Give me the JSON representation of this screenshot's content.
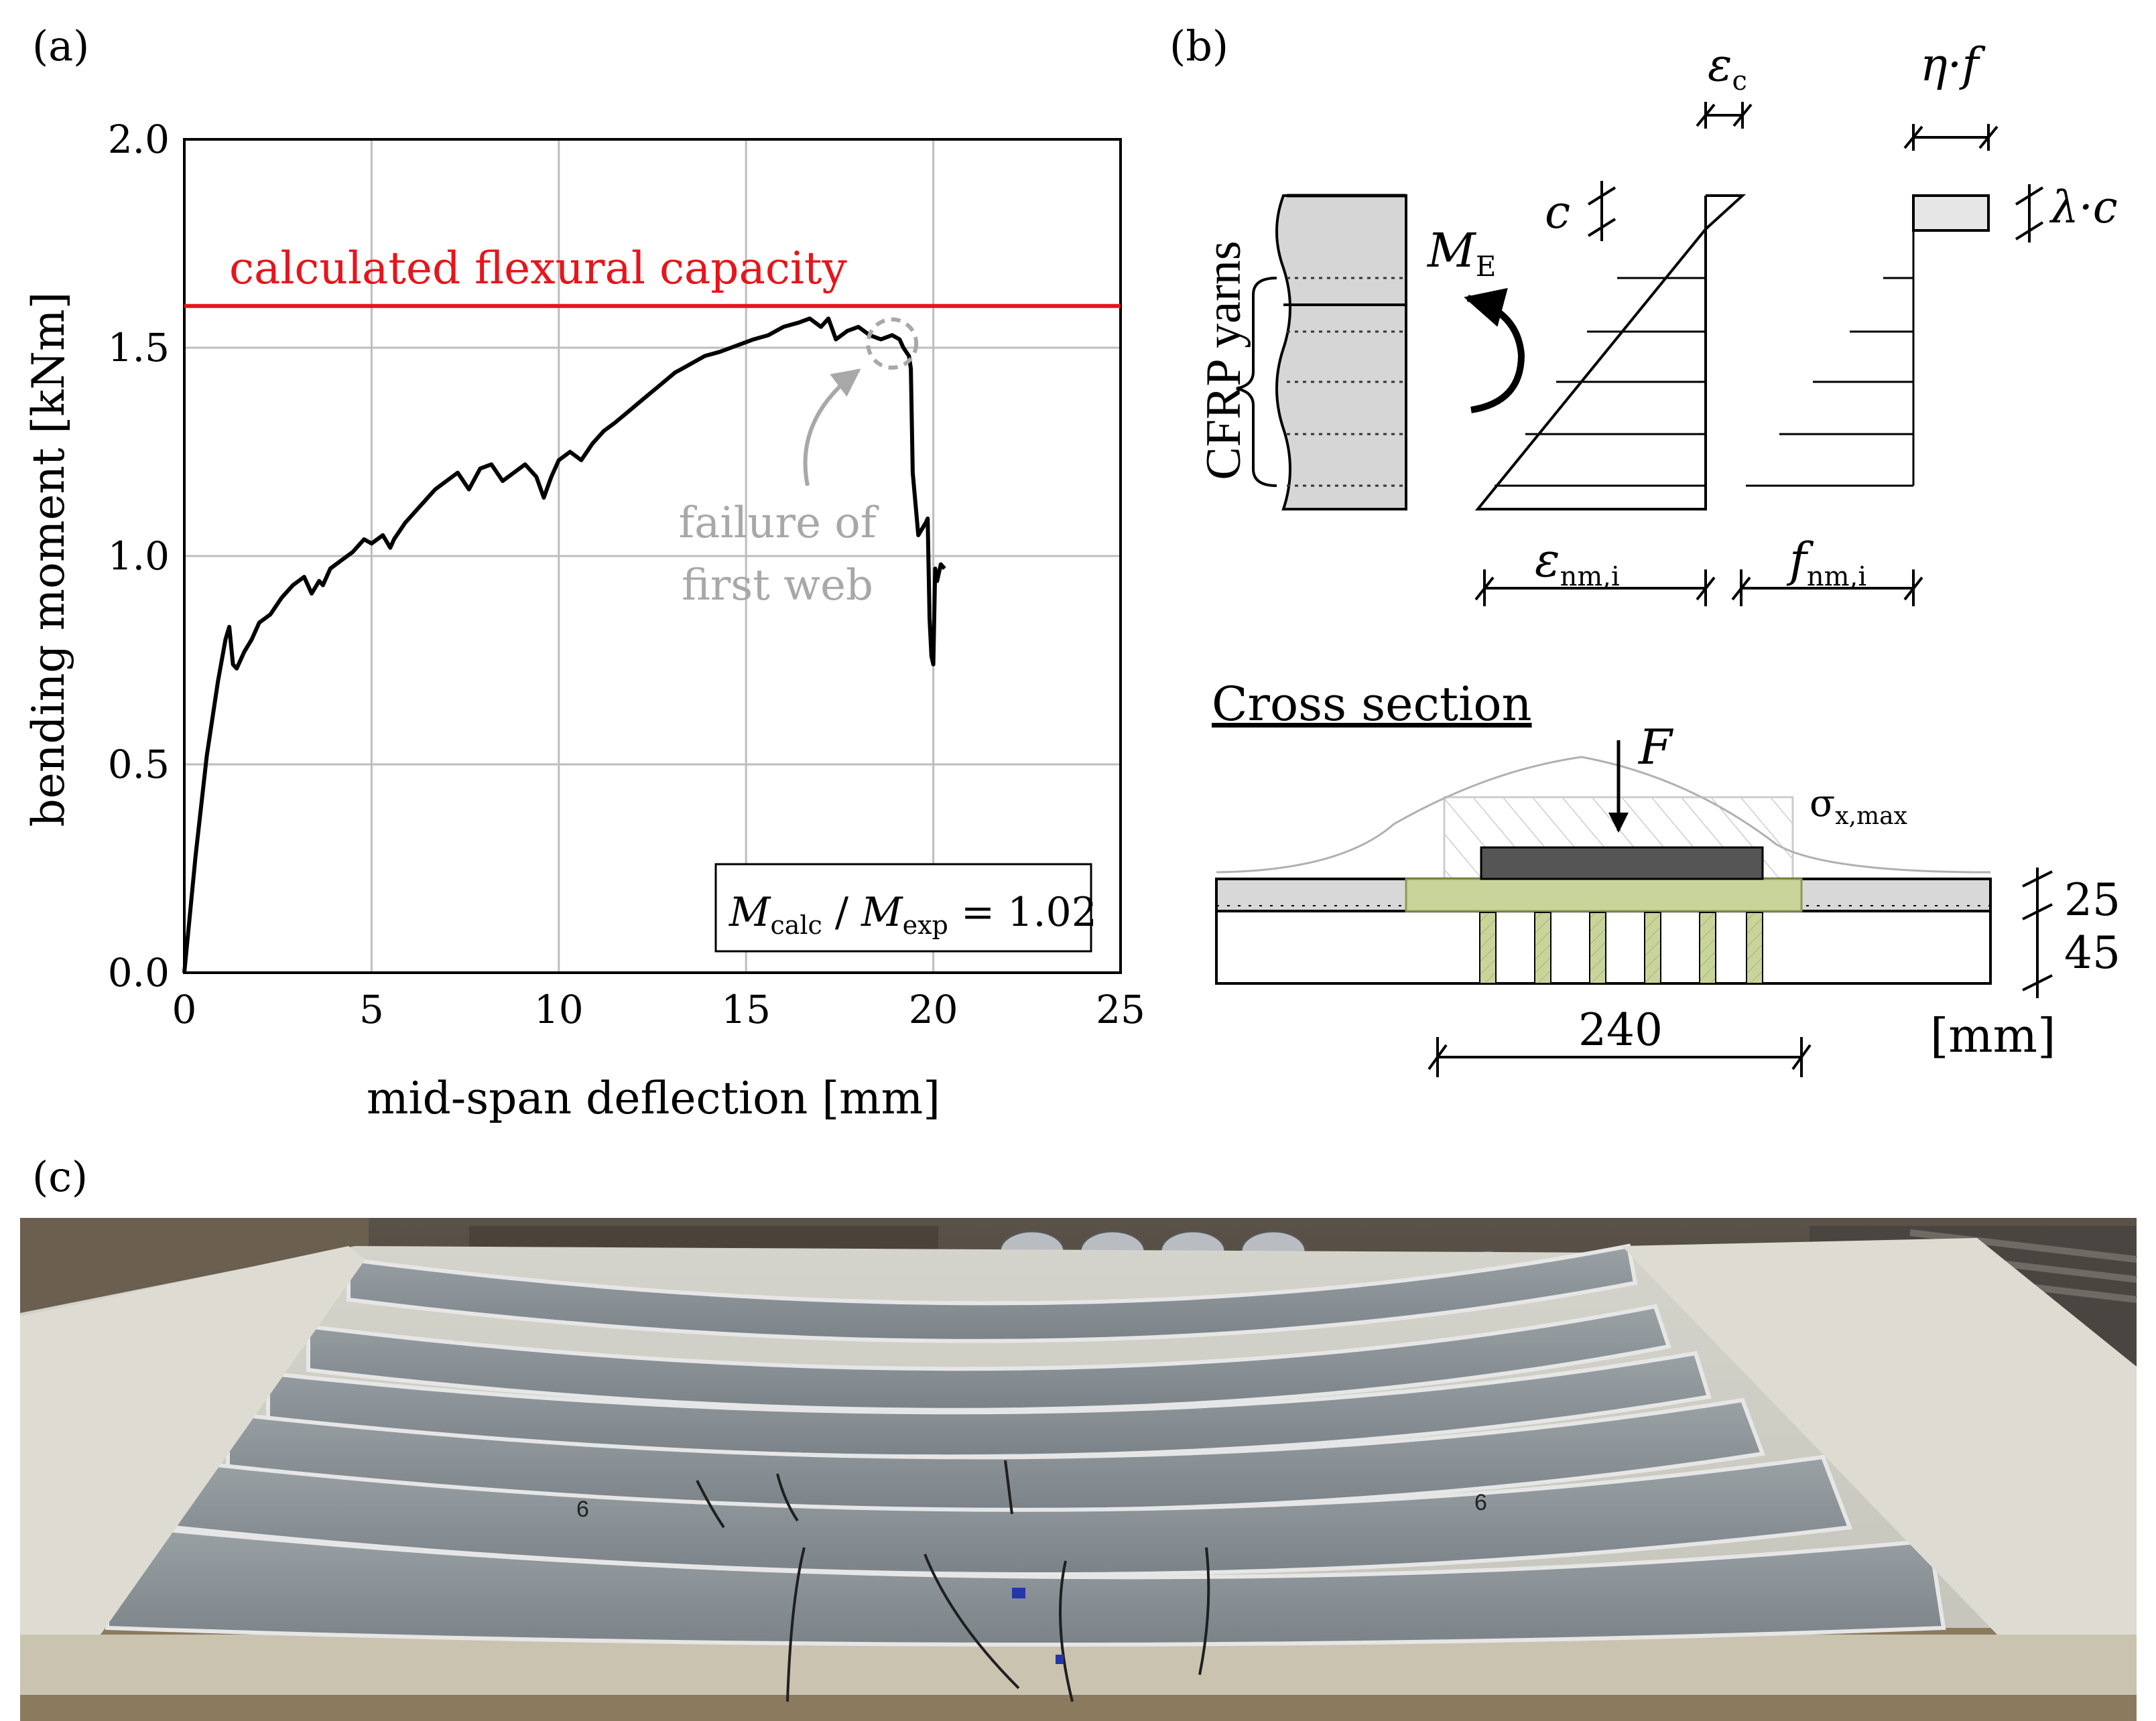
{
  "panels": {
    "a": "(a)",
    "b": "(b)",
    "c": "(c)"
  },
  "chart_data": {
    "type": "line",
    "xlabel": "mid-span deflection [mm]",
    "ylabel": "bending moment [kNm]",
    "xlim": [
      0,
      25
    ],
    "ylim": [
      0,
      2.0
    ],
    "xticks": [
      "0",
      "5",
      "10",
      "15",
      "20",
      "25"
    ],
    "yticks": [
      "0.0",
      "0.5",
      "1.0",
      "1.5",
      "2.0"
    ],
    "grid": true,
    "reference_line": {
      "label": "calculated flexural capacity",
      "y": 1.6,
      "color": "#e8141b"
    },
    "annotation_lines": [
      "failure of",
      "first web"
    ],
    "annotation_point": [
      18.9,
      1.51
    ],
    "ratio_box": {
      "m": "M",
      "calc_sub": "calc",
      "slash": " / ",
      "exp_sub": "exp",
      "eq": " = 1.02"
    },
    "series": [
      {
        "x": [
          0.0,
          0.3,
          0.6,
          0.9,
          1.1,
          1.2,
          1.3,
          1.4,
          1.6,
          1.8,
          2.0,
          2.3,
          2.6,
          2.9,
          3.2,
          3.4,
          3.6,
          3.7,
          3.9,
          4.2,
          4.5,
          4.8,
          5.0,
          5.3,
          5.5,
          5.6,
          5.9,
          6.3,
          6.7,
          7.0,
          7.3,
          7.6,
          7.9,
          8.2,
          8.5,
          8.8,
          9.1,
          9.4,
          9.6,
          9.8,
          10.0,
          10.3,
          10.6,
          10.9,
          11.2,
          11.5,
          11.9,
          12.3,
          12.7,
          13.1,
          13.5,
          13.9,
          14.3,
          14.6,
          14.9,
          15.2,
          15.6,
          16.0,
          16.4,
          16.7,
          17.0,
          17.2,
          17.4,
          17.7,
          18.0,
          18.3,
          18.6,
          18.9,
          19.1,
          19.2,
          19.35,
          19.4,
          19.45,
          19.6,
          19.8,
          19.85,
          19.9,
          19.95,
          20.0,
          20.05,
          20.1,
          20.15,
          20.2,
          20.3
        ],
        "y": [
          0.0,
          0.28,
          0.52,
          0.7,
          0.8,
          0.83,
          0.74,
          0.73,
          0.77,
          0.8,
          0.84,
          0.86,
          0.9,
          0.93,
          0.95,
          0.91,
          0.94,
          0.93,
          0.97,
          0.99,
          1.01,
          1.04,
          1.03,
          1.05,
          1.02,
          1.04,
          1.08,
          1.12,
          1.16,
          1.18,
          1.2,
          1.16,
          1.21,
          1.22,
          1.18,
          1.2,
          1.22,
          1.19,
          1.14,
          1.19,
          1.23,
          1.25,
          1.23,
          1.27,
          1.3,
          1.32,
          1.35,
          1.38,
          1.41,
          1.44,
          1.46,
          1.48,
          1.49,
          1.5,
          1.51,
          1.52,
          1.53,
          1.55,
          1.56,
          1.57,
          1.55,
          1.57,
          1.52,
          1.54,
          1.55,
          1.53,
          1.52,
          1.53,
          1.52,
          1.5,
          1.48,
          1.45,
          1.2,
          1.05,
          1.08,
          1.09,
          0.85,
          0.76,
          0.74,
          0.97,
          0.94,
          0.96,
          0.98,
          0.97
        ]
      }
    ]
  },
  "diagram_b": {
    "strain_top": "ε",
    "strain_top_sub": "c",
    "stress_top": "η·f",
    "depth_c": "c",
    "depth_lambda_c": "λ·c",
    "moment": "M",
    "moment_sub": "E",
    "yarns_label": "CFRP yarns",
    "strain_bottom": "ε",
    "strain_bottom_sub": "nm,i",
    "stress_bottom": "f",
    "stress_bottom_sub": "nm,i"
  },
  "cross_section": {
    "title": "Cross section",
    "force": "F",
    "sigma": "σ",
    "sigma_sub": "x,max",
    "dim_top": "25",
    "dim_bottom": "45",
    "dim_width": "240",
    "unit": "[mm]"
  },
  "photo_marks": [
    "6",
    "6"
  ],
  "colors": {
    "red_line": "#e8141b",
    "grid": "#bdbdbd",
    "annotation": "#a8a8a8",
    "concrete": "#d8d8d8",
    "web_green": "#c9d49b"
  }
}
